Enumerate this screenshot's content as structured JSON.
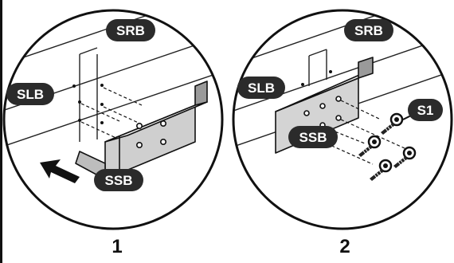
{
  "panels": [
    {
      "step": "1",
      "labels": {
        "srb": "SRB",
        "slb": "SLB",
        "ssb": "SSB"
      }
    },
    {
      "step": "2",
      "labels": {
        "srb": "SRB",
        "slb": "SLB",
        "ssb": "SSB",
        "s1": "S1"
      }
    }
  ],
  "colors": {
    "badge": "#2b2b2b",
    "bracket_light": "#e6e6e6",
    "bracket_dark": "#a8a8a8",
    "line": "#1a1a1a"
  },
  "icons": [
    "arrow-icon",
    "screw-icon"
  ]
}
